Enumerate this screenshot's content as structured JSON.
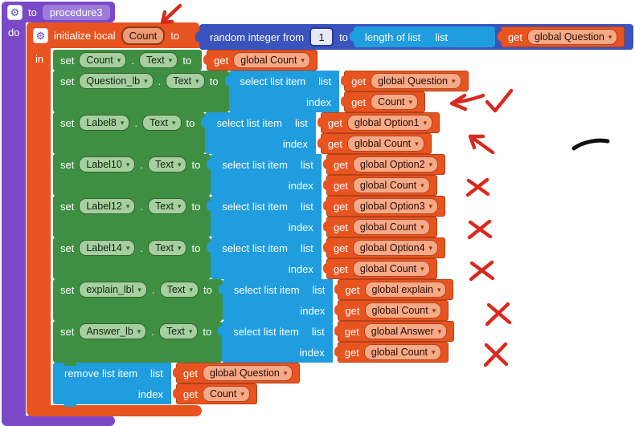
{
  "colors": {
    "procedure_purple": "#7B49C7",
    "variable_orange": "#E85420",
    "component_green": "#3F8F43",
    "list_cyan": "#1F9DDE",
    "math_navy": "#3B53BC",
    "annotation_red": "#D9291C",
    "annotation_black": "#111111"
  },
  "procedure_block": {
    "to": "to",
    "name": "procedure3",
    "do": "do"
  },
  "init_block": {
    "label": "initialize local",
    "var": "Count",
    "to": "to",
    "in": "in"
  },
  "math_block": {
    "label": "random integer from",
    "from_value": "1",
    "to": "to"
  },
  "length_block": {
    "label": "length of list",
    "list": "list"
  },
  "length_get": {
    "get": "get",
    "var": "global Question"
  },
  "ops": {
    "set": "set",
    "dot": ".",
    "to": "to",
    "get": "get",
    "select": "select list item",
    "list": "list",
    "index": "index",
    "remove": "remove list item"
  },
  "set_rows": [
    {
      "component": "Count",
      "property": "Text",
      "direct_get": "global Count"
    },
    {
      "component": "Question_lb",
      "property": "Text",
      "list_var": "global Question",
      "index_var": "Count"
    },
    {
      "component": "Label8",
      "property": "Text",
      "list_var": "global Option1",
      "index_var": "global Count"
    },
    {
      "component": "Label10",
      "property": "Text",
      "list_var": "global Option2",
      "index_var": "global Count"
    },
    {
      "component": "Label12",
      "property": "Text",
      "list_var": "global Option3",
      "index_var": "global Count"
    },
    {
      "component": "Label14",
      "property": "Text",
      "list_var": "global Option4",
      "index_var": "global Count"
    },
    {
      "component": "explain_lbl",
      "property": "Text",
      "list_var": "global explain",
      "index_var": "global Count"
    },
    {
      "component": "Answer_lb",
      "property": "Text",
      "list_var": "global Answer",
      "index_var": "global Count"
    }
  ],
  "remove_block": {
    "list_var": "global Question",
    "index_var": "Count"
  },
  "annotations": {
    "red": "#D9291C",
    "black": "#111111",
    "marks": [
      {
        "type": "arrow",
        "target": "local Count name field"
      },
      {
        "type": "arrow-and-check",
        "target": "index get Count (Question row)"
      },
      {
        "type": "arrow",
        "target": "index get global Count (Option1 row)"
      },
      {
        "type": "x",
        "target": "index get global Count (Option2 row)"
      },
      {
        "type": "x",
        "target": "index get global Count (Option3 row)"
      },
      {
        "type": "x",
        "target": "index get global Count (Option4 row)"
      },
      {
        "type": "x",
        "target": "index get global Count (explain row)"
      },
      {
        "type": "x",
        "target": "index get global Count (Answer row)"
      },
      {
        "type": "dash",
        "target": "right margin"
      }
    ]
  }
}
